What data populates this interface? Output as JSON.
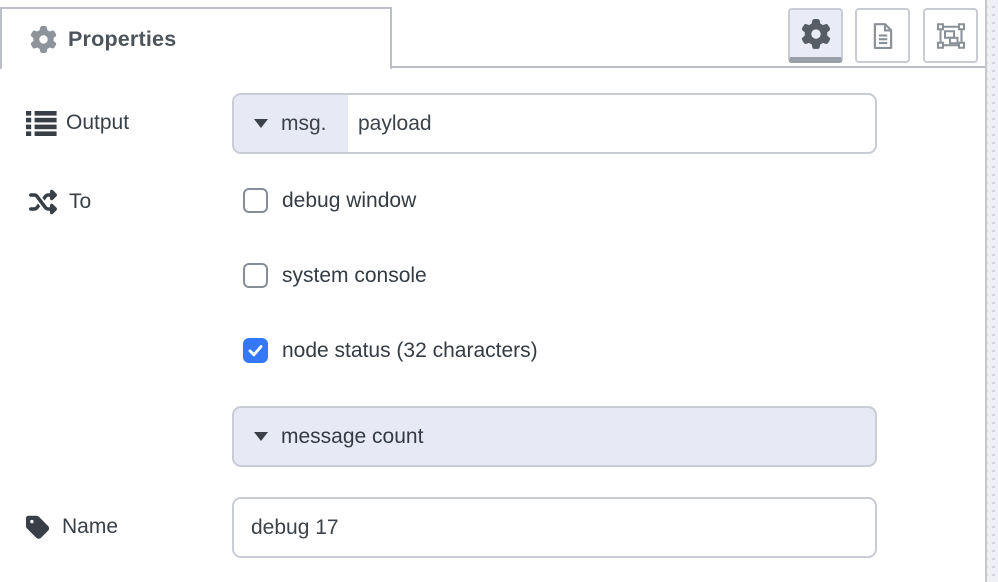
{
  "tab": {
    "label": "Properties"
  },
  "toolbar": {
    "buttons": [
      {
        "name": "properties",
        "icon": "gear-icon",
        "active": true
      },
      {
        "name": "description",
        "icon": "file-lines-icon",
        "active": false
      },
      {
        "name": "appearance",
        "icon": "object-group-icon",
        "active": false
      }
    ]
  },
  "form": {
    "output": {
      "label": "Output",
      "typed_input": {
        "prefix": "msg.",
        "value": "payload"
      }
    },
    "to": {
      "label": "To",
      "checkboxes": [
        {
          "label": "debug window",
          "checked": false
        },
        {
          "label": "system console",
          "checked": false
        },
        {
          "label": "node status (32 characters)",
          "checked": true
        }
      ],
      "status_select": {
        "value": "message count"
      }
    },
    "name": {
      "label": "Name",
      "value": "debug 17"
    }
  },
  "colors": {
    "accent_blue": "#3478f7",
    "lavender": "#e7e9f5",
    "field_border": "#c9ccd4",
    "text": "#3b4249",
    "tab_border": "#bcc0c6"
  }
}
